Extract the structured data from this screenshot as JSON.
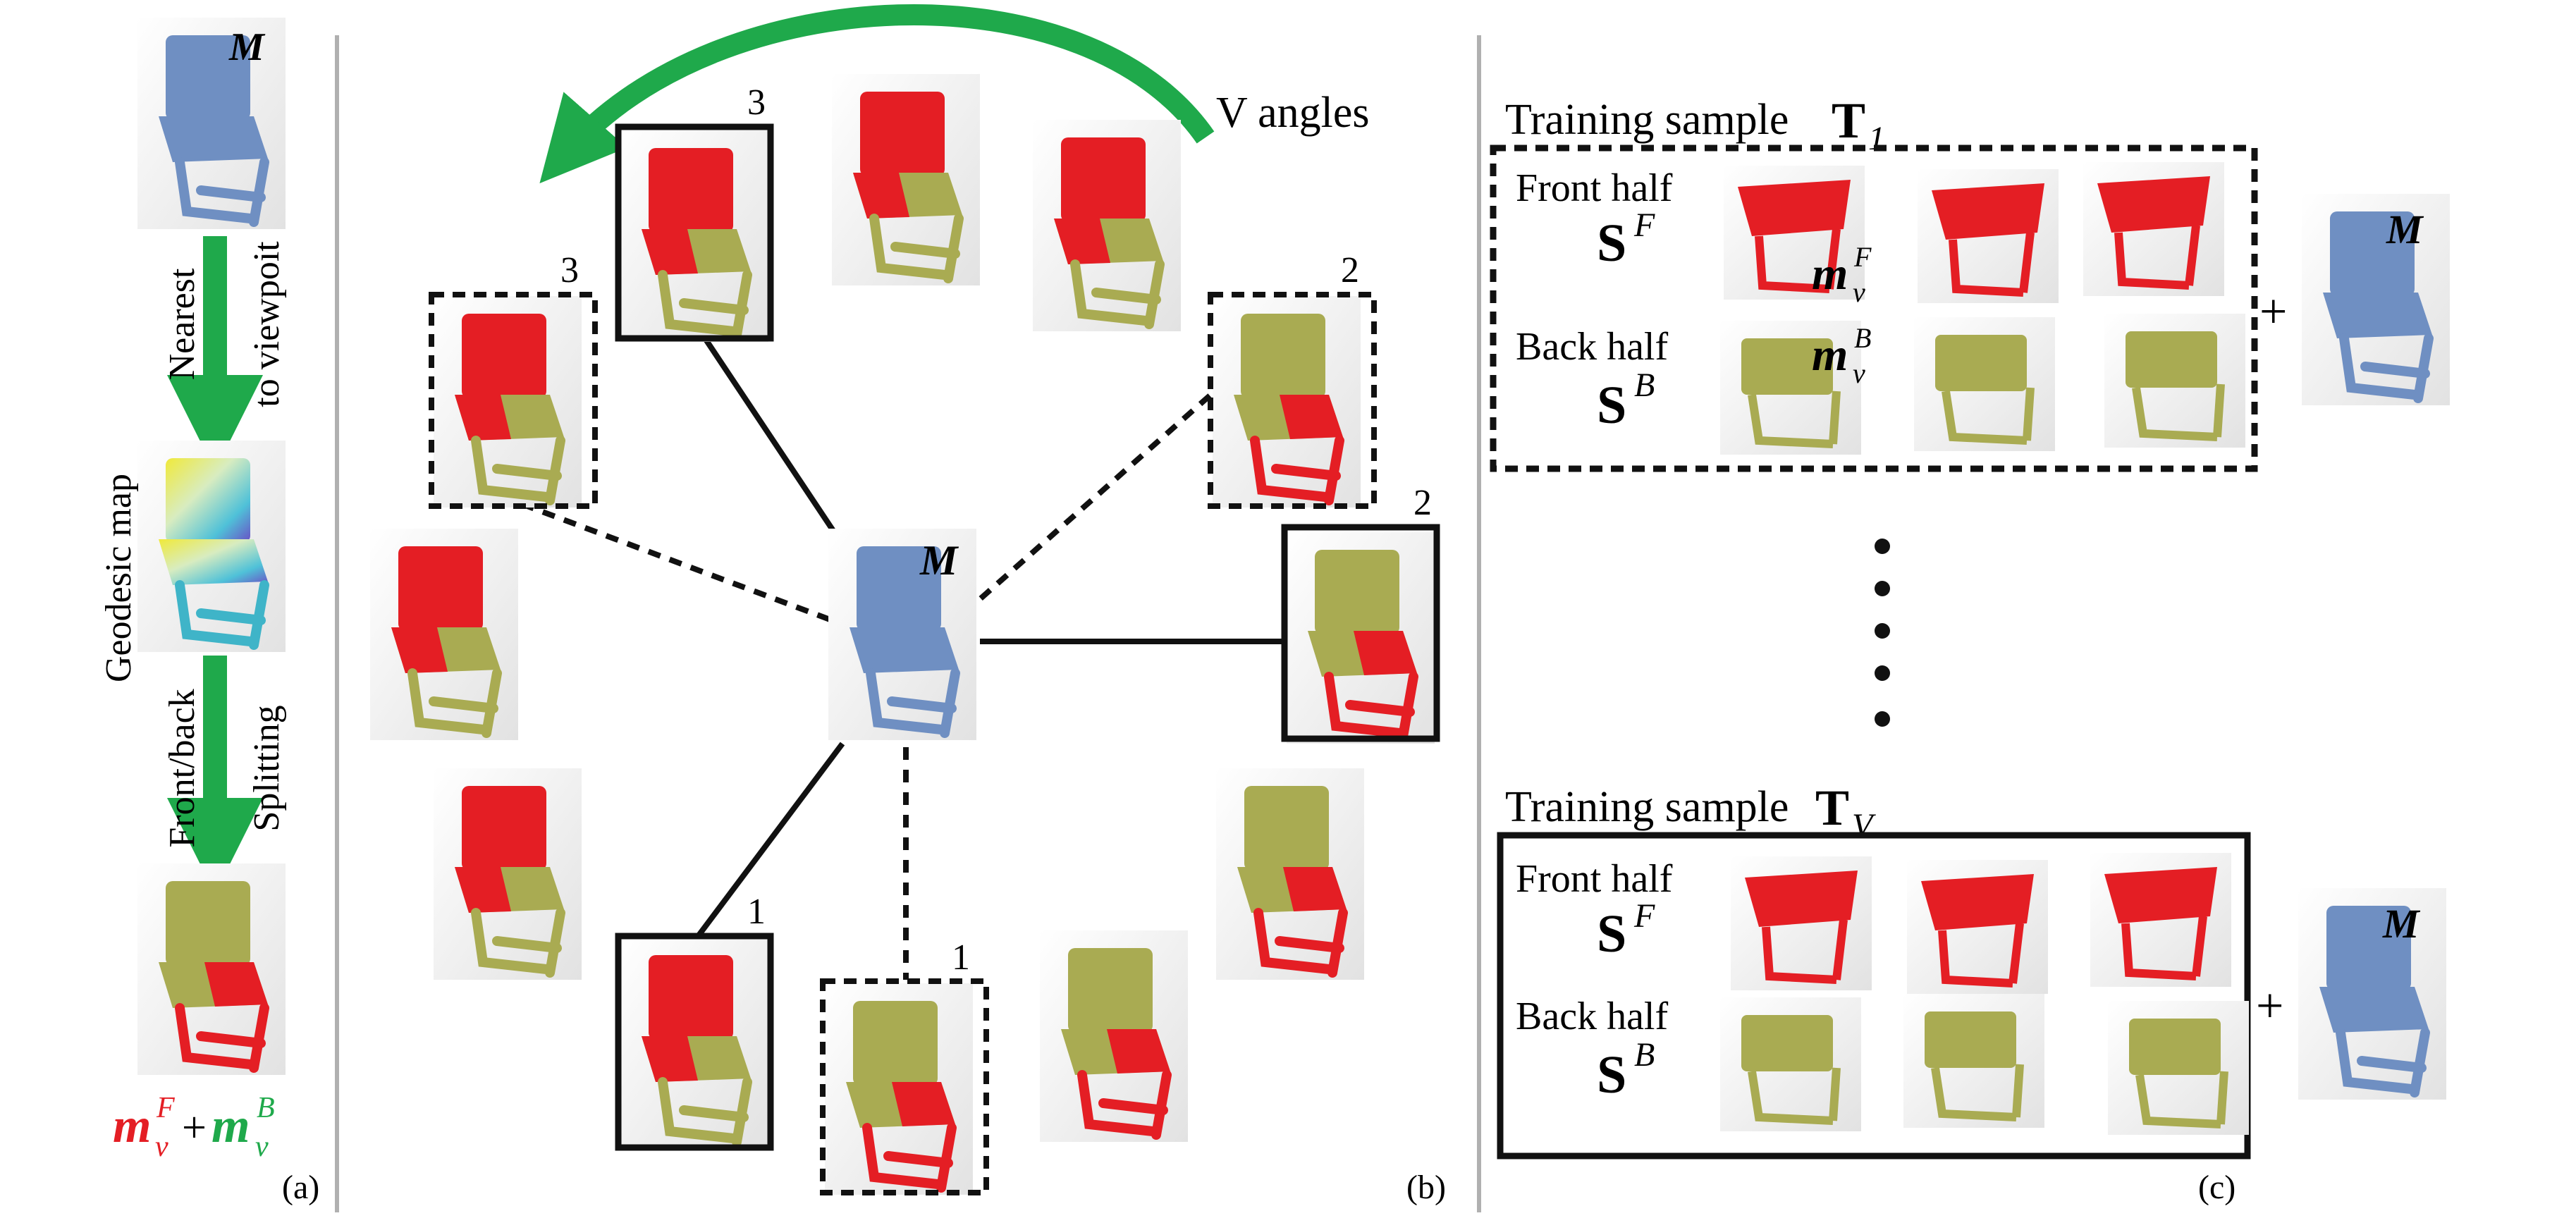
{
  "colors": {
    "blue_chair": "#6f8fc2",
    "red_part": "#e41e24",
    "olive_part": "#a9ab52",
    "green_arrow": "#1fa94b",
    "frame_stroke": "#111111",
    "divider": "#b0b0b0"
  },
  "panel_a": {
    "model_label": "M",
    "arrow1_label_line1": "Nearest",
    "arrow1_label_line2": "to viewpoit",
    "geodesic_label": "Geodesic map",
    "arrow2_label_line1": "Front/back",
    "arrow2_label_line2": "Splitting",
    "formula": {
      "m1": "m",
      "sub1": "v",
      "sup1": "F",
      "plus": "+",
      "m2": "m",
      "sub2": "v",
      "sup2": "B"
    },
    "tag": "(a)"
  },
  "panel_b": {
    "center_label": "M",
    "angles_label": "V angles",
    "numbers": {
      "top": "3",
      "left": "3",
      "right_dashed": "2",
      "right_solid": "2",
      "bottom_solid": "1",
      "bottom_dashed": "1"
    },
    "tag": "(b)"
  },
  "panel_c": {
    "sample1": {
      "title": "Training sample ",
      "title_sym": "T",
      "title_sub": "1",
      "front_label": "Front half",
      "front_sym": "S",
      "front_sup": "F",
      "back_label": "Back half",
      "back_sym": "S",
      "back_sup": "B",
      "mF": {
        "m": "m",
        "sub": "v",
        "sup": "F"
      },
      "mB": {
        "m": "m",
        "sub": "v",
        "sup": "B"
      },
      "plus": "+",
      "model": "M"
    },
    "sample2": {
      "title": "Training sample",
      "title_sym": "T",
      "title_sub": "V",
      "front_label": "Front half",
      "front_sym": "S",
      "front_sup": "F",
      "back_label": "Back half",
      "back_sym": "S",
      "back_sup": "B",
      "plus": "+",
      "model": "M"
    },
    "tag": "(c)"
  }
}
